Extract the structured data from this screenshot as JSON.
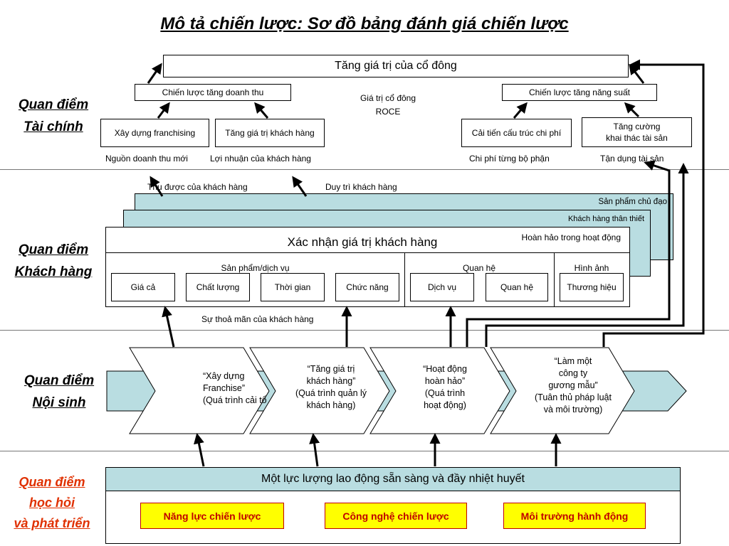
{
  "title": "Mô tả chiến lược: Sơ đồ bảng đánh giá chiến lược",
  "financial": {
    "label_line1": "Quan điểm",
    "label_line2": "Tài chính",
    "top_goal": "Tăng giá trị của cổ đông",
    "revenue_strategy": "Chiến lược tăng doanh thu",
    "productivity_strategy": "Chiến lược tăng năng suất",
    "center_line1": "Giá trị cổ đông",
    "center_line2": "ROCE",
    "franchising": "Xây dựng franchising",
    "customer_value": "Tăng giá trị khách hàng",
    "cost_structure": "Cải tiến cấu trúc chi phí",
    "asset_line1": "Tăng cường",
    "asset_line2": "khai thác tài sản",
    "sub_new_revenue": "Nguồn doanh thu mới",
    "sub_customer_profit": "Lợi nhuận của khách hàng",
    "sub_unit_cost": "Chi phí từng bộ phận",
    "sub_asset_use": "Tận dụng tài sản"
  },
  "customer": {
    "label_line1": "Quan điểm",
    "label_line2": "Khách hàng",
    "acquired": "Thu được của khách hàng",
    "retained": "Duy trì khách hàng",
    "back_layer": "Sản phẩm chủ đạo",
    "middle_layer": "Khách hàng thân thiết",
    "front_title": "Xác nhận giá trị khách hàng",
    "front_right": "Hoàn hảo trong hoạt động",
    "group_products": "Sản phẩm/dịch vụ",
    "group_relation": "Quan hệ",
    "group_image": "Hình ảnh",
    "attr_price": "Giá cả",
    "attr_quality": "Chất lượng",
    "attr_time": "Thời gian",
    "attr_function": "Chức năng",
    "attr_service": "Dịch vụ",
    "attr_relation": "Quan hệ",
    "attr_brand": "Thương hiệu",
    "satisfaction": "Sự thoả mãn của khách hàng"
  },
  "internal": {
    "label_line1": "Quan điểm",
    "label_line2": "Nội sinh",
    "process1": "“Xây dựng\nFranchise”\n(Quá trình cải tổ",
    "process2": "“Tăng giá trị\nkhách hàng”\n(Quá trình quản lý\nkhách hàng)",
    "process3": "“Hoạt động\nhoàn hảo”\n(Quá trình\nhoạt động)",
    "process4": "“Làm một\ncông ty\ngương mẫu”\n(Tuân thủ pháp luật\nvà môi trường)"
  },
  "learning": {
    "label_line1": "Quan điểm",
    "label_line2": "học hỏi",
    "label_line3": "và phát triển",
    "header": "Một lực lượng lao động sẵn sàng và đầy nhiệt huyết",
    "capability1": "Năng lực chiến lược",
    "capability2": "Công nghệ chiến lược",
    "capability3": "Môi trường hành động"
  },
  "colors": {
    "teal": "#b9dde1",
    "highlight_yellow": "#ffff00",
    "highlight_red": "#c00000"
  }
}
